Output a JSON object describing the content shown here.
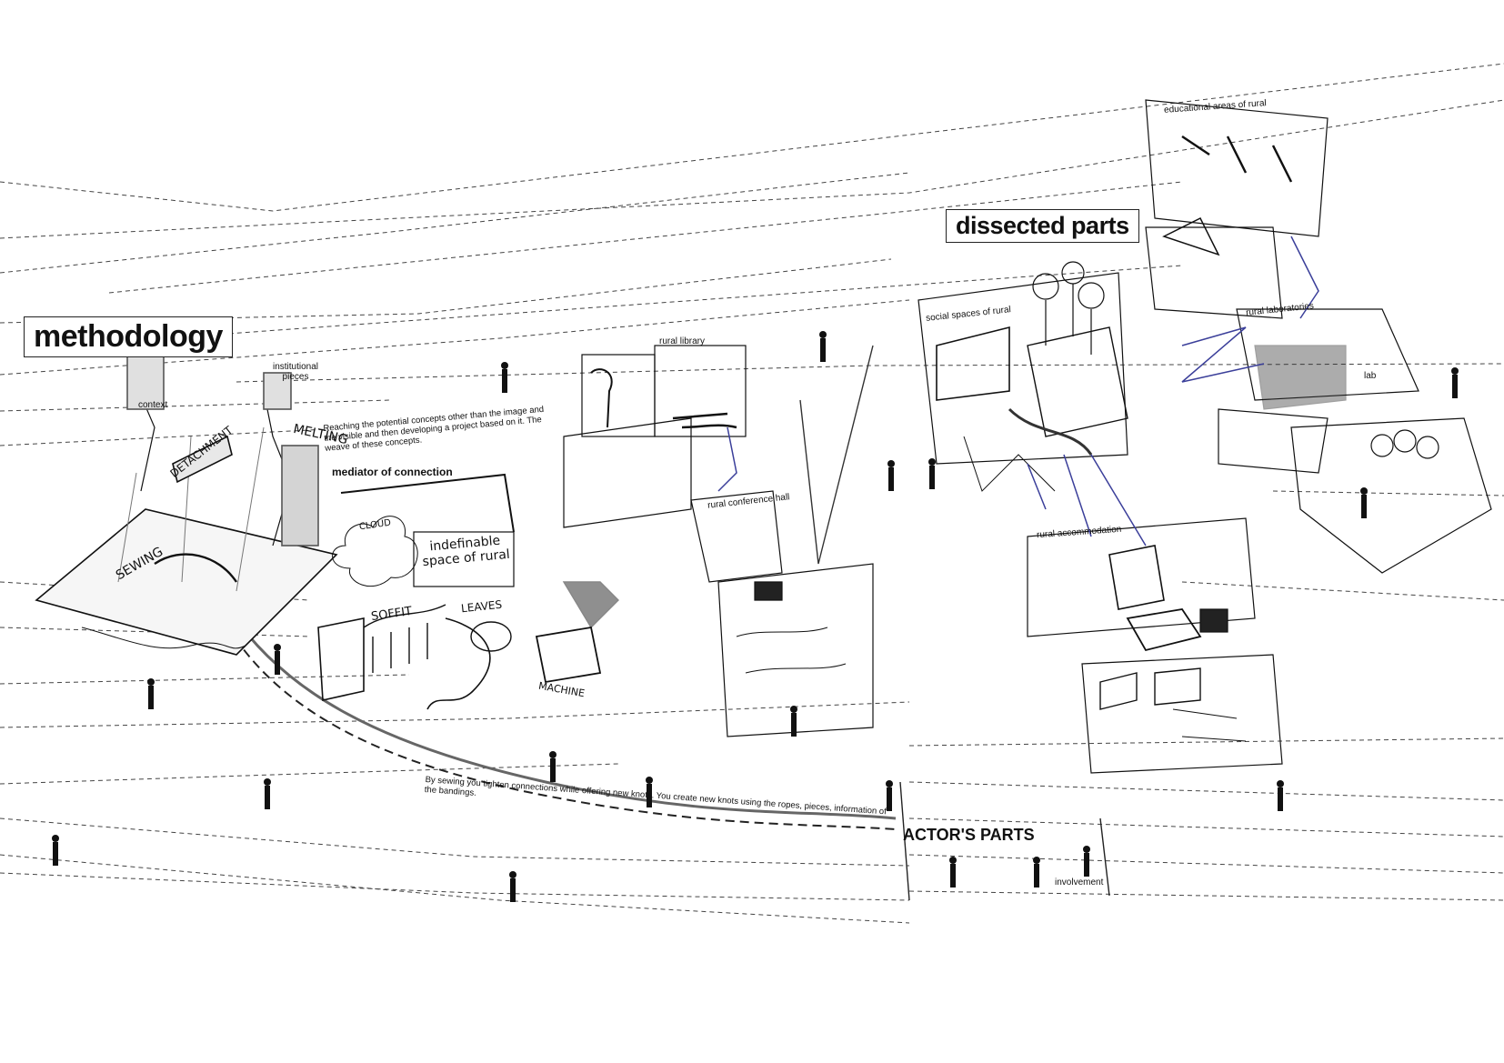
{
  "headings": {
    "methodology": "methodology",
    "dissected_parts": "dissected parts",
    "actors_parts": "ACTOR'S PARTS",
    "mediator": "mediator of connection"
  },
  "labels": {
    "institutional_pieces": "institutional pieces",
    "context": "context",
    "melting": "MELTING",
    "detachment": "DETACHMENT",
    "sewing": "SEWING",
    "cloud": "CLOUD",
    "indefinable_space": "indefinable space of rural",
    "soffit": "SOFFIT",
    "leaves": "LEAVES",
    "machine": "MACHINE",
    "rural_library": "rural library",
    "rural_conference_hall": "rural conference hall",
    "social_spaces": "social spaces of rural",
    "educational_areas": "educational areas of rural",
    "rural_laboratories": "rural laboratories",
    "rural_accommodation": "rural accommodation",
    "lab": "lab",
    "involvement": "involvement"
  },
  "texts": {
    "concept_note": "Reaching the potential concepts other than the image and the visible and then developing a project based on it. The weave of these concepts.",
    "sewing_note": "By sewing you tighten connections while offering new knots. You create new knots using the ropes, pieces, information of the bandings."
  },
  "colors": {
    "ink": "#111111",
    "accent_blue": "#3b3f9a",
    "shade": "#d4d4d4"
  }
}
